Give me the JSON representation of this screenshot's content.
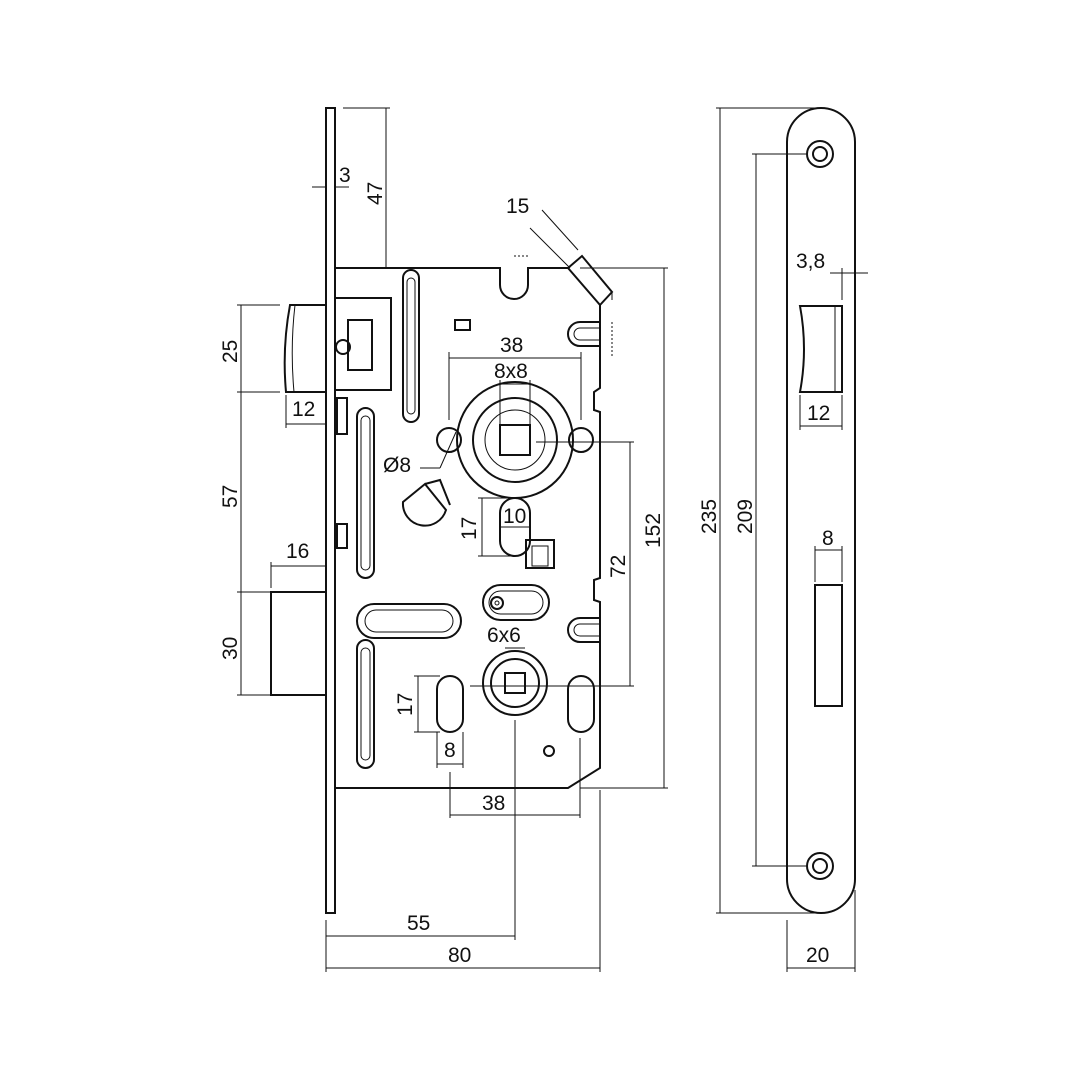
{
  "dimensions": {
    "faceplate_thickness": "3",
    "top_to_body": "47",
    "chamfer": "15",
    "latch_height": "25",
    "latch_throw": "12",
    "hole_spacing_top": "38",
    "follower_square": "8x8",
    "hole_diameter": "Ø8",
    "latch_to_bolt": "57",
    "slot_height_upper": "17",
    "slot_width_upper": "10",
    "body_height": "152",
    "center_distance": "72",
    "bolt_throw": "16",
    "bolt_height": "30",
    "lower_square": "6x6",
    "slot_height_lower": "17",
    "slot_width_lower": "8",
    "hole_spacing_bottom": "38",
    "backset": "55",
    "body_depth": "80",
    "strike_length": "235",
    "strike_hole_spacing": "209",
    "strike_offset": "3,8",
    "strike_latch_width": "12",
    "strike_bolt_width": "8",
    "strike_width": "20"
  }
}
